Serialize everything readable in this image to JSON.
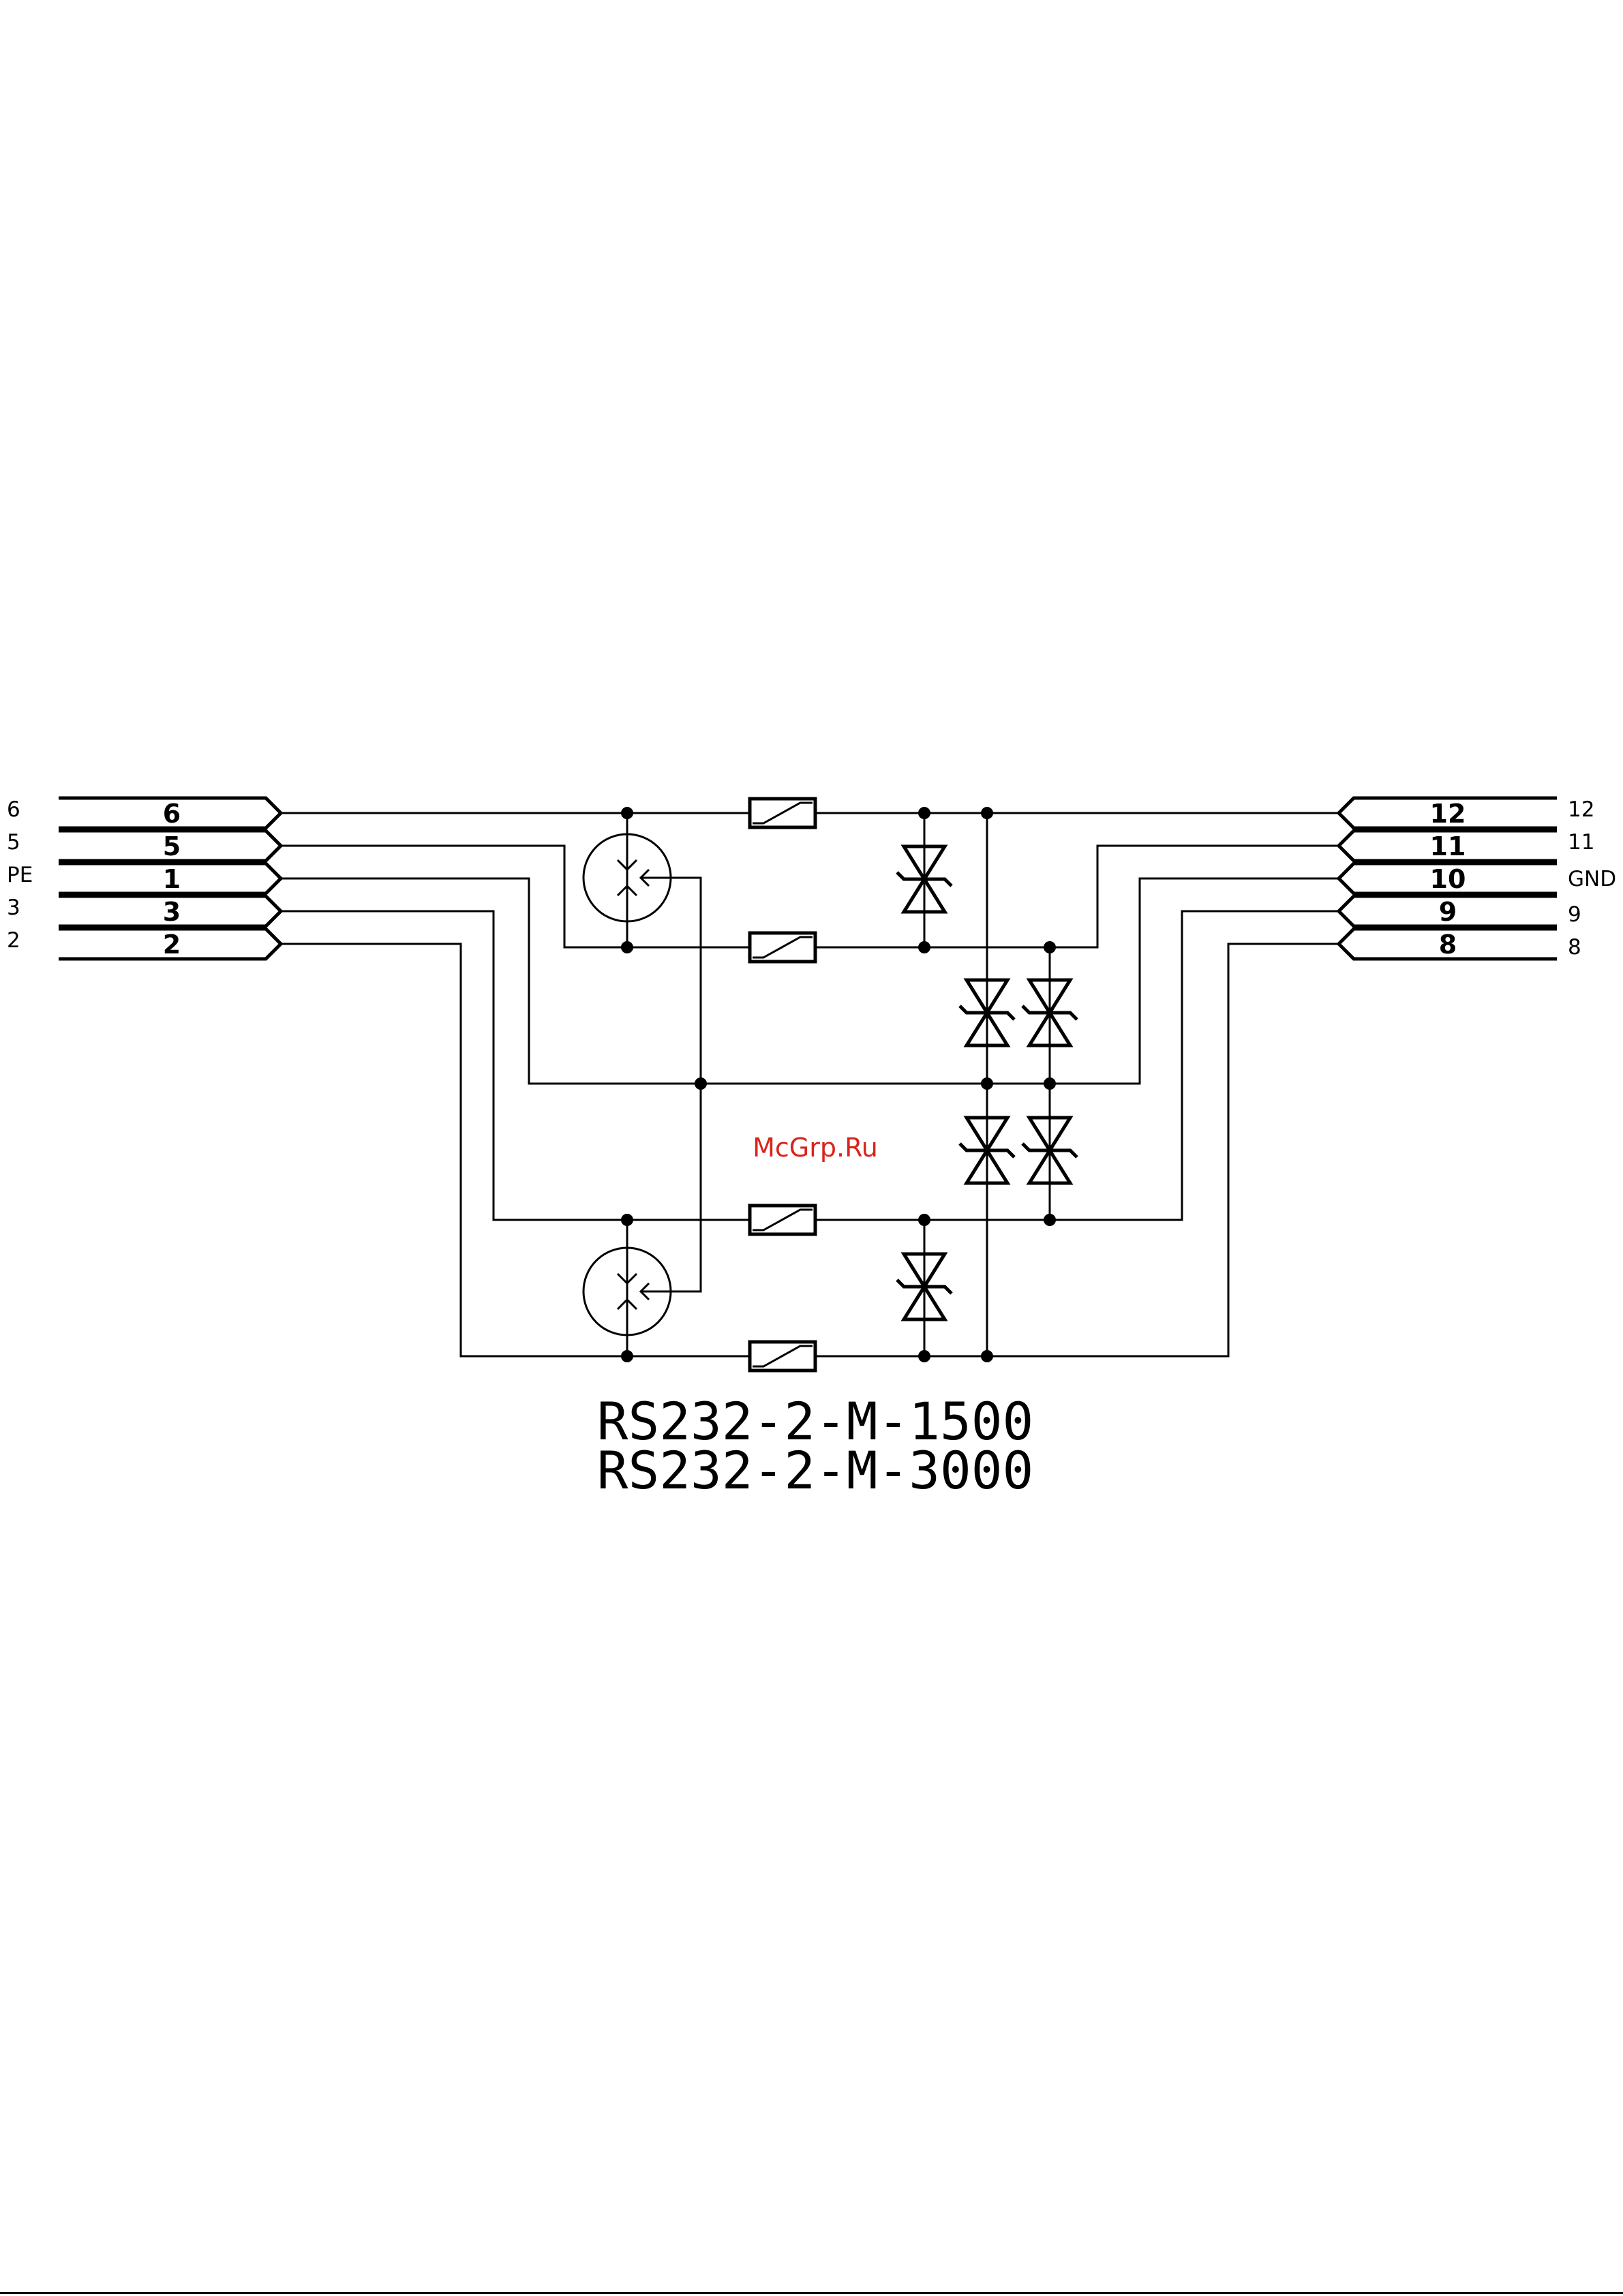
{
  "left_terminals": [
    {
      "ext": "6",
      "pin": "6"
    },
    {
      "ext": "5",
      "pin": "5"
    },
    {
      "ext": "PE",
      "pin": "1"
    },
    {
      "ext": "3",
      "pin": "3"
    },
    {
      "ext": "2",
      "pin": "2"
    }
  ],
  "right_terminals": [
    {
      "ext": "12",
      "pin": "12"
    },
    {
      "ext": "11",
      "pin": "11"
    },
    {
      "ext": "GND",
      "pin": "10"
    },
    {
      "ext": "9",
      "pin": "9"
    },
    {
      "ext": "8",
      "pin": "8"
    }
  ],
  "watermark": "McGrp.Ru",
  "model_lines": [
    "RS232-2-M-1500",
    "RS232-2-M-3000"
  ]
}
